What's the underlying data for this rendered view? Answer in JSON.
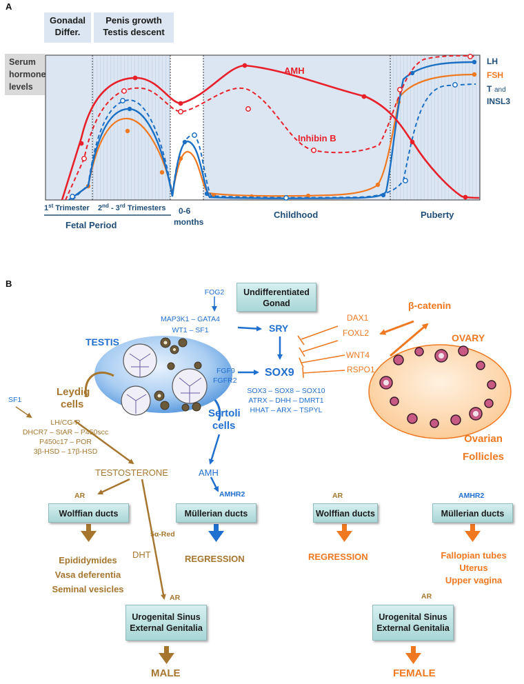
{
  "panel_a": {
    "letter": "A",
    "phases": [
      "Gonadal Differ.",
      "Penis growth Testis descent"
    ],
    "phase_lines": [
      [
        "Gonadal",
        "Differ."
      ],
      [
        "Penis growth",
        "Testis descent"
      ]
    ],
    "y_label_lines": [
      "Serum",
      "hormone",
      "levels"
    ],
    "hormone_labels": {
      "amh": "AMH",
      "inhibin": "Inhibin B",
      "lh": "LH",
      "fsh": "FSH",
      "t": "T",
      "and": "and",
      "insl3": "INSL3"
    },
    "trimester1": {
      "num": "1",
      "sup": "st",
      "rest": " Trimester"
    },
    "trimester23": {
      "num": "2",
      "sup1": "nd",
      "mid": " - 3",
      "sup2": "rd",
      "rest": "  Trimesters"
    },
    "fetal_period": "Fetal Period",
    "months_lines": [
      "0-6",
      "months"
    ],
    "childhood": "Childhood",
    "puberty": "Puberty",
    "colors": {
      "amh": "#e8202a",
      "fsh": "#f07820",
      "lh": "#1a6fc4",
      "dark_blue": "#1f4e79",
      "shade": "#dce6f2"
    }
  },
  "panel_b": {
    "letter": "B",
    "undiff_lines": [
      "Undifferentiated",
      "Gonad"
    ],
    "fog2": "FOG2",
    "map_lines": [
      "MAP3K1 – GATA4",
      "WT1 – SF1"
    ],
    "sry": "SRY",
    "sox9": "SOX9",
    "testis": "TESTIS",
    "fgf9": "FGF9",
    "fgfr2": "FGFR2",
    "sox_list": [
      "SOX3 – SOX8 – SOX10",
      "ATRX – DHH – DMRT1",
      "HHAT – ARX – TSPYL"
    ],
    "beta_catenin": "β-catenin",
    "dax1": "DAX1",
    "foxl2": "FOXL2",
    "wnt4": "WNT4",
    "rspo1": "RSPO1",
    "ovary": "OVARY",
    "ovarian_follicles_lines": [
      "Ovarian",
      "Follicles"
    ],
    "leydig_lines": [
      "Leydig",
      "cells"
    ],
    "sertoli_lines": [
      "Sertoli",
      "cells"
    ],
    "sf1": "SF1",
    "enzymes": [
      "LH/CG-R",
      "DHCR7 – StAR – P450scc",
      "P450c17 – POR",
      "3β-HSD – 17β-HSD"
    ],
    "testosterone": "TESTOSTERONE",
    "amh": "AMH",
    "amhr2": "AMHR2",
    "ar": "AR",
    "wolffian": "Wolffian ducts",
    "mullerian": "Müllerian ducts",
    "five_alpha": "5α-Red",
    "dht": "DHT",
    "regression": "REGRESSION",
    "male_derivatives": [
      "Epididymides",
      "Vasa deferentia",
      "Seminal vesicles"
    ],
    "female_derivatives": [
      "Fallopian tubes",
      "Uterus",
      "Upper vagina"
    ],
    "urogenital_lines": [
      "Urogenital Sinus",
      "External Genitalia"
    ],
    "male": "MALE",
    "female": "FEMALE"
  }
}
